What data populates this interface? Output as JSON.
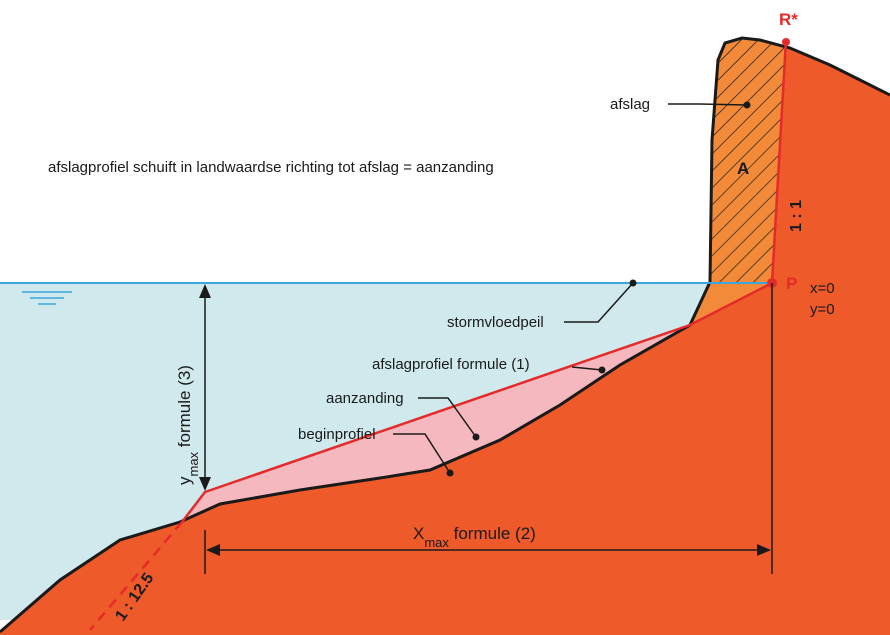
{
  "labels": {
    "headline": "afslagprofiel schuift in landwaardse richting tot afslag = aanzanding",
    "afslag": "afslag",
    "area_a": "A",
    "r_star": "R*",
    "p": "P",
    "x0": "x=0",
    "y0": "y=0",
    "stormvloedpeil": "stormvloedpeil",
    "afslagprofiel": "afslagprofiel formule (1)",
    "aanzanding": "aanzanding",
    "beginprofiel": "beginprofiel",
    "ymax_y": "y",
    "ymax_sub": "max",
    "ymax_rest": " formule (3)",
    "xmax_x": "X",
    "xmax_sub": "max",
    "xmax_rest": " formule (2)",
    "slope_1_1": "1 : 1",
    "slope_1_12_5": "1 : 12.5"
  },
  "colors": {
    "ground": "#ee5a2a",
    "water": "#cfe9ec",
    "water_line": "#3aa6dc",
    "red_line": "#e52a2a",
    "deposit": "#f6b8bf",
    "erosion": "#f28a3a",
    "outline": "#1a1a1a"
  }
}
